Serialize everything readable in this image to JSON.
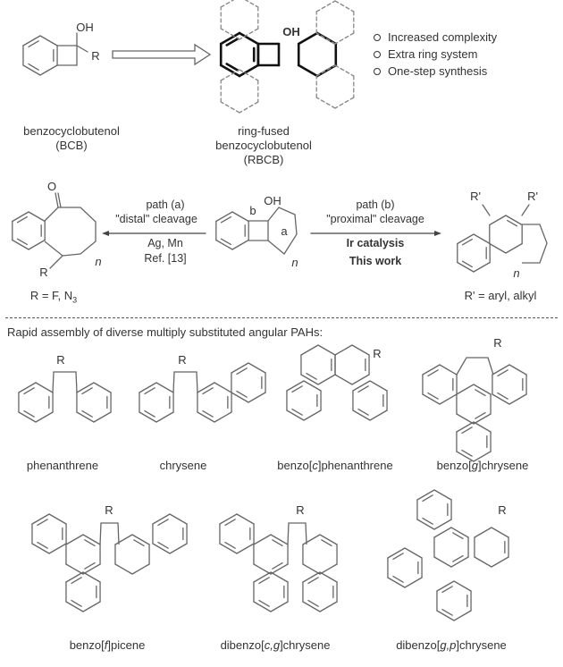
{
  "top": {
    "bcb_name": "benzocyclobutenol",
    "bcb_abbr": "(BCB)",
    "rbcb_name_1": "ring-fused",
    "rbcb_name_2": "benzocyclobutenol",
    "rbcb_abbr": "(RBCB)",
    "bullets": [
      "Increased complexity",
      "Extra ring system",
      "One-step synthesis"
    ],
    "atoms": {
      "oh": "OH",
      "r": "R"
    }
  },
  "middle": {
    "path_a": {
      "line1": "path (a)",
      "line2": "\"distal\" cleavage",
      "line3": "Ag, Mn",
      "line4": "Ref. [13]"
    },
    "path_b": {
      "line1": "path (b)",
      "line2": "\"proximal\" cleavage",
      "line3": "Ir catalysis",
      "line4": "This work"
    },
    "left_product_label": "R = F, N",
    "left_product_sub": "3",
    "right_product_label": "R' = aryl, alkyl",
    "atoms": {
      "o": "O",
      "r": "R",
      "n": "n",
      "oh": "OH",
      "a": "a",
      "b": "b",
      "rp": "R'"
    }
  },
  "bottom": {
    "heading": "Rapid assembly of diverse multiply substituted angular PAHs:",
    "compounds": [
      {
        "name": "phenanthrene",
        "pre": "",
        "ital": "",
        "post": ""
      },
      {
        "name": "chrysene",
        "pre": "",
        "ital": "",
        "post": ""
      },
      {
        "name": "",
        "pre": "benzo[",
        "ital": "c",
        "post": "]phenanthrene"
      },
      {
        "name": "",
        "pre": "benzo[",
        "ital": "g",
        "post": "]chrysene"
      },
      {
        "name": "",
        "pre": "benzo[",
        "ital": "f",
        "post": "]picene"
      },
      {
        "name": "",
        "pre": "dibenzo[",
        "ital": "c,g",
        "post": "]chrysene"
      },
      {
        "name": "",
        "pre": "dibenzo[",
        "ital": "g,p",
        "post": "]chrysene"
      }
    ],
    "substituent": "R"
  }
}
